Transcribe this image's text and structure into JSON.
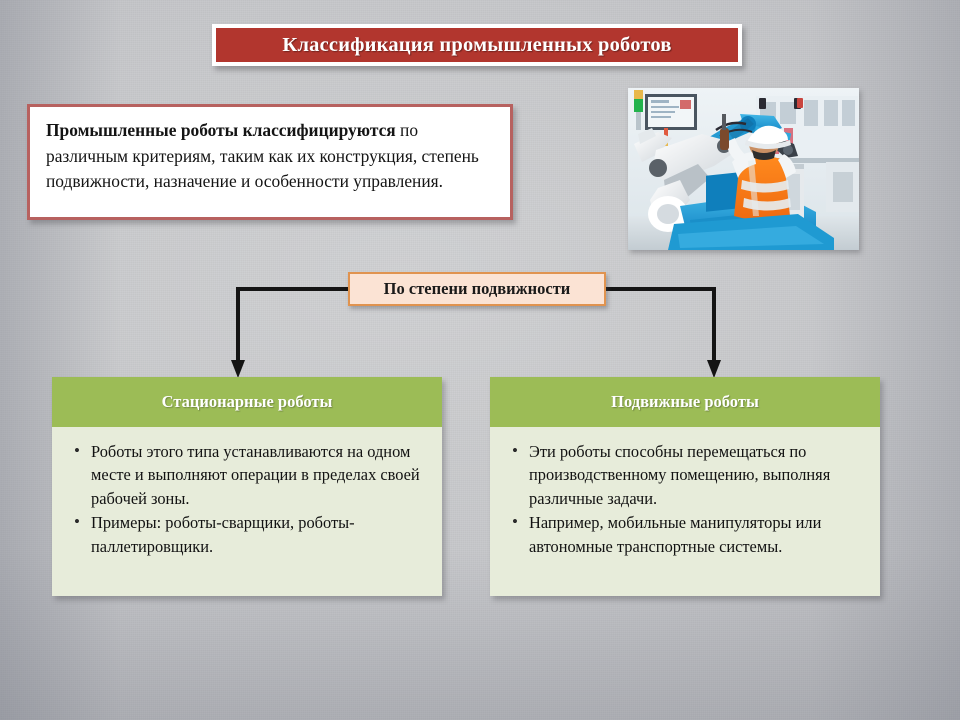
{
  "slide": {
    "title": "Классификация промышленных роботов",
    "description": {
      "bold_lead": "Промышленные роботы классифицируются",
      "rest": " по различным критериям, таким как их конструкция, степень подвижности, назначение и особенности управления."
    },
    "photo": {
      "alt": "Промышленный цех с синими роботами-манипуляторами и рабочим в оранжевом жилете и белой каске"
    },
    "node": {
      "label": "По степени подвижности"
    },
    "cards": [
      {
        "heading": "Стационарные роботы",
        "bullets": [
          "Роботы этого типа устанавливаются на одном месте и выполняют операции в пределах своей рабочей зоны.",
          "Примеры: роботы-сварщики, роботы-паллетировщики."
        ]
      },
      {
        "heading": "Подвижные роботы",
        "bullets": [
          "Эти роботы способны перемещаться по производственному помещению, выполняя различные задачи.",
          "Например, мобильные манипуляторы или автономные транспортные системы."
        ]
      }
    ],
    "bullet_glyph": "•",
    "colors": {
      "title_fill": "#b2362e",
      "title_text": "#ffffff",
      "desc_border": "#b7615f",
      "node_fill": "#fbe3d4",
      "node_border": "#e0934f",
      "card_head": "#9cbc56",
      "card_body": "#e7ecda",
      "connector": "#141414",
      "background": "#c5c6c9"
    }
  }
}
